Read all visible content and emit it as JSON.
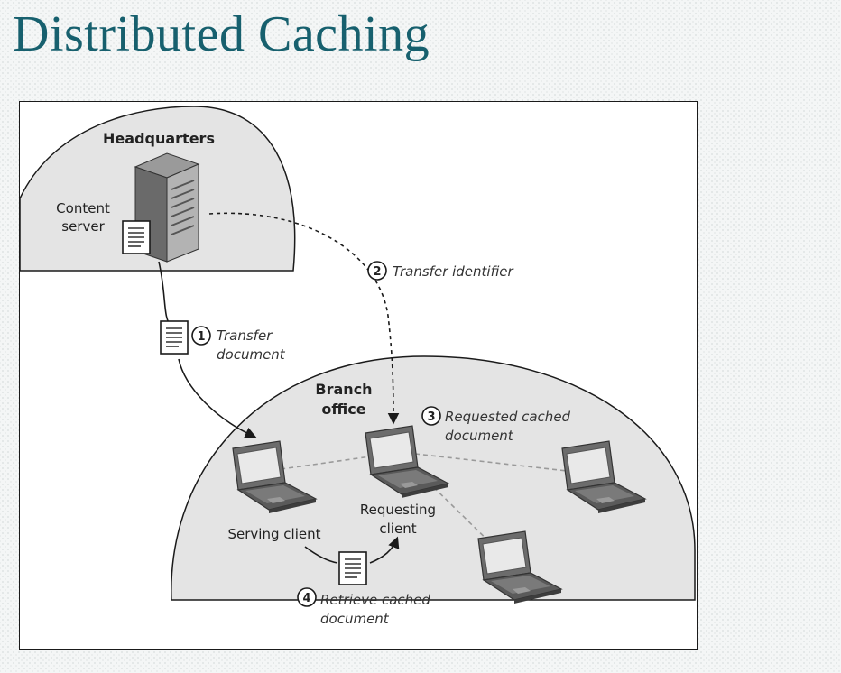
{
  "slide": {
    "title": "Distributed Caching"
  },
  "zones": {
    "headquarters": "Headquarters",
    "branch_line1": "Branch",
    "branch_line2": "office"
  },
  "devices": {
    "content_server_line1": "Content",
    "content_server_line2": "server",
    "serving_client": "Serving client",
    "requesting_client_line1": "Requesting",
    "requesting_client_line2": "client"
  },
  "steps": [
    {
      "number": "1",
      "line1": "Transfer",
      "line2": "document"
    },
    {
      "number": "2",
      "line1": "Transfer identifier"
    },
    {
      "number": "3",
      "line1": "Requested cached",
      "line2": "document"
    },
    {
      "number": "4",
      "line1": "Retrieve cached",
      "line2": "document"
    }
  ],
  "icons": {
    "server": "server-tower-icon",
    "document": "document-icon",
    "laptop": "laptop-icon",
    "step_badge": "numbered-circle-icon"
  },
  "colors": {
    "title": "#17606e",
    "zone_fill": "#e4e4e4",
    "outline": "#1a1a1a",
    "broadcast_arrow": "#9a9a9a"
  }
}
